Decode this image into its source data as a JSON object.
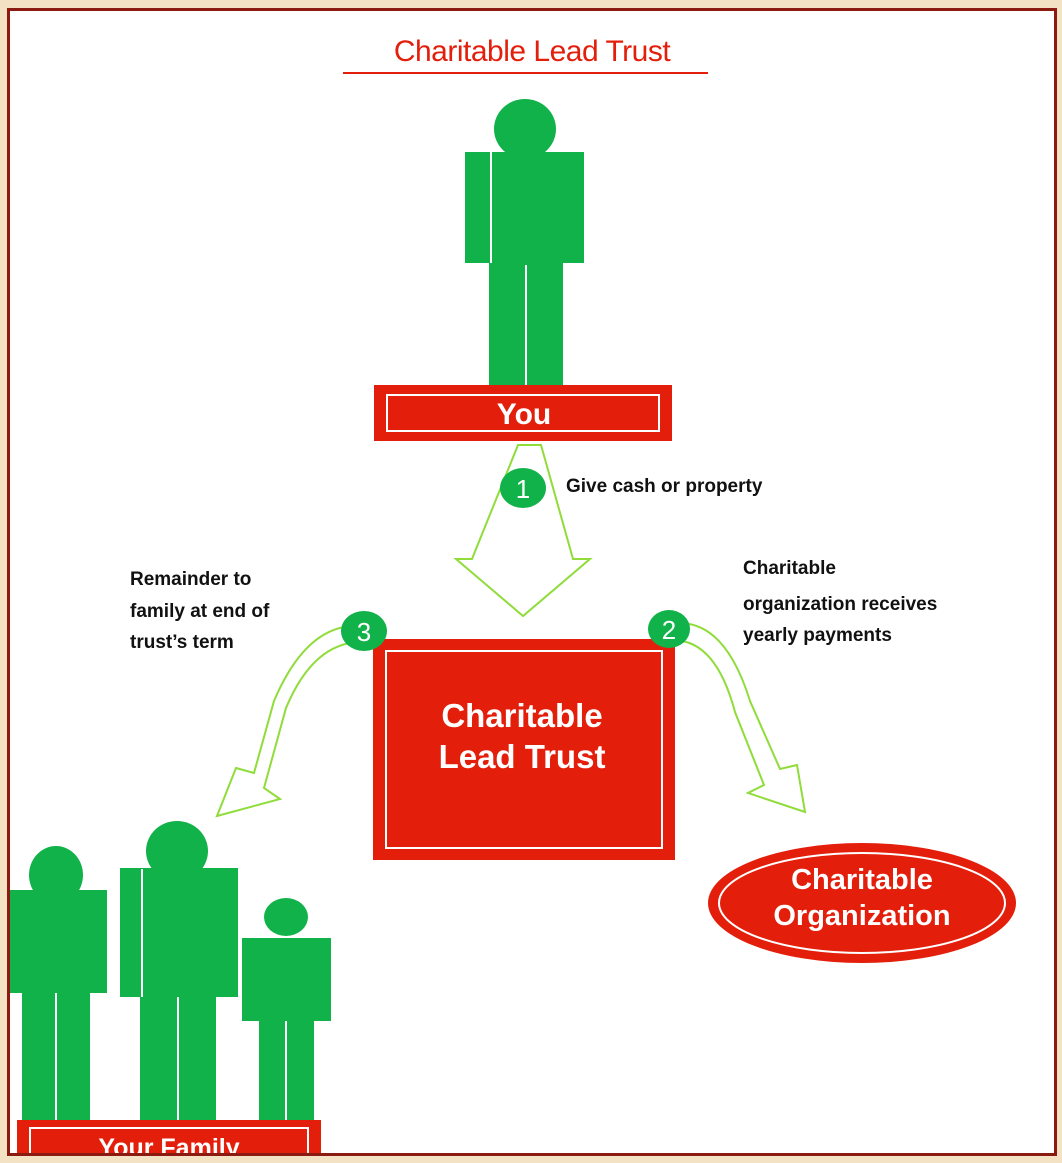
{
  "title": "Charitable Lead Trust",
  "nodes": {
    "you": "You",
    "trust_line1": "Charitable",
    "trust_line2": "Lead Trust",
    "organization_line1": "Charitable",
    "organization_line2": "Organization",
    "family": "Your Family"
  },
  "steps": [
    {
      "number": "1",
      "lines": [
        "Give cash or property"
      ]
    },
    {
      "number": "2",
      "lines": [
        "Charitable",
        "organization receives",
        "yearly payments"
      ]
    },
    {
      "number": "3",
      "lines": [
        "Remainder to",
        "family at end of",
        "trust’s term"
      ]
    }
  ],
  "colors": {
    "red": "#e31e0b",
    "green": "#12b24a",
    "arrow_outline": "#8fdc3a",
    "background": "#f3e2c4",
    "frame": "#8b1a10"
  }
}
